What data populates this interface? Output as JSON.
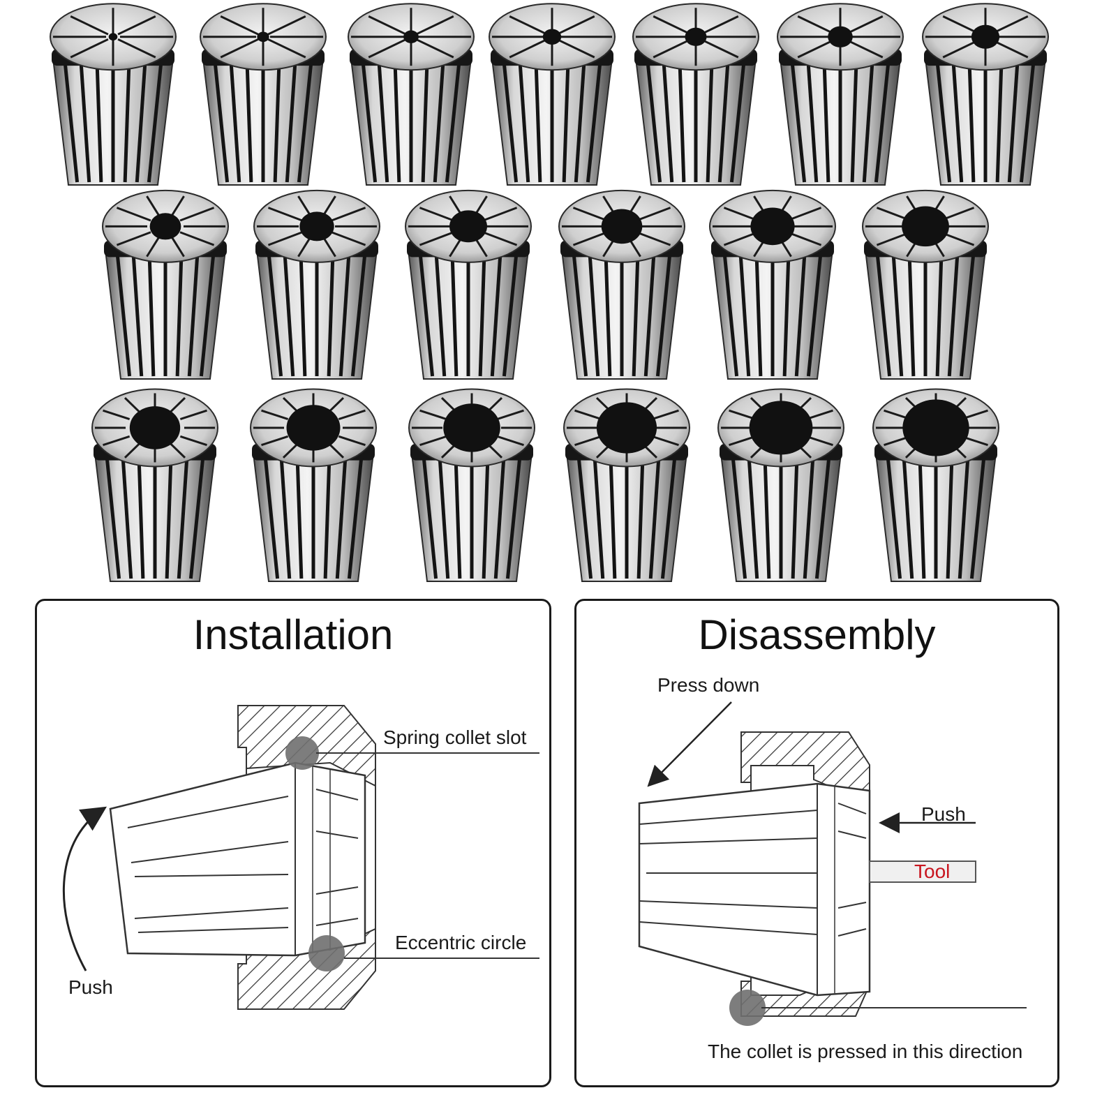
{
  "photo": {
    "rows": [
      7,
      6,
      6
    ],
    "colors": {
      "steel_light": "#e6e6e6",
      "steel_mid": "#a9a9a9",
      "steel_dark": "#3c3c3c",
      "slot": "#141414"
    }
  },
  "installation": {
    "title": "Installation",
    "labels": {
      "slot": "Spring collet slot",
      "eccentric": "Eccentric circle",
      "push": "Push"
    }
  },
  "disassembly": {
    "title": "Disassembly",
    "labels": {
      "press_down": "Press down",
      "push": "Push",
      "tool": "Tool",
      "direction": "The collet is pressed in this direction"
    },
    "colors": {
      "tool_text": "#c8141e"
    }
  }
}
